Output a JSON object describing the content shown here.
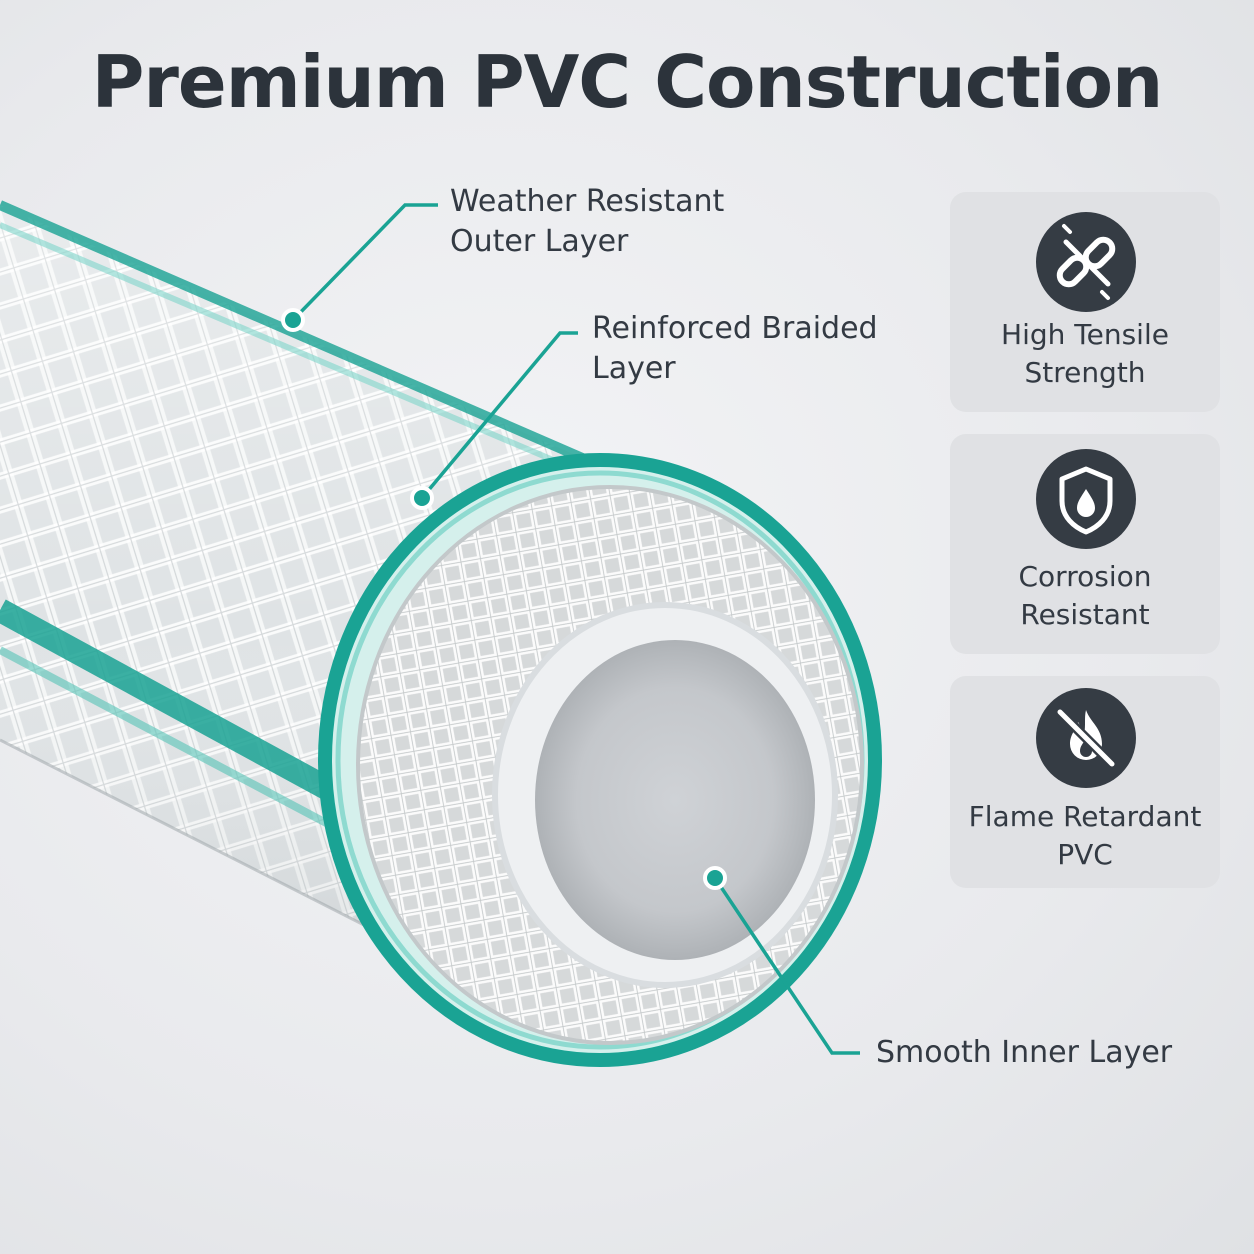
{
  "title": "Premium PVC Construction",
  "callouts": {
    "outer": {
      "line1": "Weather Resistant",
      "line2": "Outer Layer"
    },
    "braided": {
      "line1": "Reinforced Braided",
      "line2": "Layer"
    },
    "inner": {
      "line1": "Smooth Inner Layer"
    }
  },
  "features": [
    {
      "icon": "broken-chain-icon",
      "line1": "High Tensile",
      "line2": "Strength"
    },
    {
      "icon": "shield-drop-icon",
      "line1": "Corrosion",
      "line2": "Resistant"
    },
    {
      "icon": "no-flame-icon",
      "line1": "Flame Retardant",
      "line2": "PVC"
    }
  ],
  "colors": {
    "accent": "#1aa394",
    "title": "#2c333b",
    "card": "#e0e1e4",
    "icon_bg": "#353c44"
  }
}
